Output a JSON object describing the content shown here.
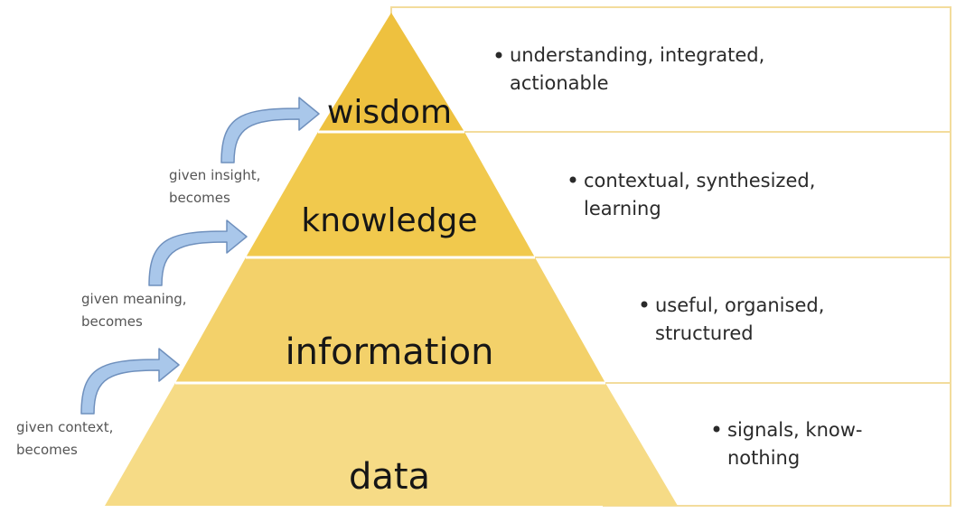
{
  "colors": {
    "wisdom": "#eec13f",
    "knowledge": "#f1c94d",
    "information": "#f3d16a",
    "data": "#f6db86",
    "box_border": "#f3dc9c",
    "arrow_fill": "#a9c7ea",
    "arrow_stroke": "#6f90bd"
  },
  "levels": [
    {
      "id": "wisdom",
      "label": "wisdom",
      "description_lines": [
        "understanding, integrated,",
        "actionable"
      ]
    },
    {
      "id": "knowledge",
      "label": "knowledge",
      "description_lines": [
        "contextual, synthesized,",
        "learning"
      ]
    },
    {
      "id": "information",
      "label": "information",
      "description_lines": [
        "useful, organised,",
        "structured"
      ]
    },
    {
      "id": "data",
      "label": "data",
      "description_lines": [
        "signals, know-",
        "nothing"
      ]
    }
  ],
  "transitions": [
    {
      "line1": "given insight,",
      "line2": "becomes"
    },
    {
      "line1": "given meaning,",
      "line2": "becomes"
    },
    {
      "line1": "given context,",
      "line2": "becomes"
    }
  ]
}
